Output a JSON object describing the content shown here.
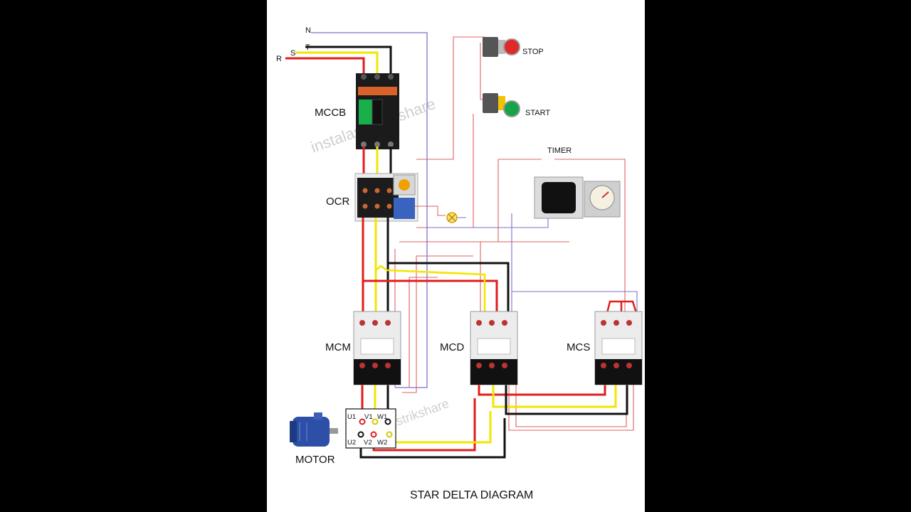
{
  "phases": {
    "n": "N",
    "t": "T",
    "s": "S",
    "r": "R"
  },
  "components": {
    "mccb": "MCCB",
    "ocr": "OCR",
    "stop": "STOP",
    "start": "START",
    "timer": "TIMER",
    "mcm": "MCM",
    "mcd": "MCD",
    "mcs": "MCS",
    "motor": "MOTOR"
  },
  "terminals": {
    "u1": "U1",
    "v1": "V1",
    "w1": "W1",
    "u2": "U2",
    "v2": "V2",
    "w2": "W2"
  },
  "watermark": {
    "top": "instalasilistrikshare",
    "bottom": "istrikshare"
  },
  "caption": "STAR DELTA DIAGRAM",
  "colors": {
    "red_phase": "#e11d1d",
    "yellow_phase": "#f2e600",
    "black_phase": "#111111",
    "neutral": "#7b72c9",
    "control": "#e06060",
    "background": "#ffffff"
  }
}
